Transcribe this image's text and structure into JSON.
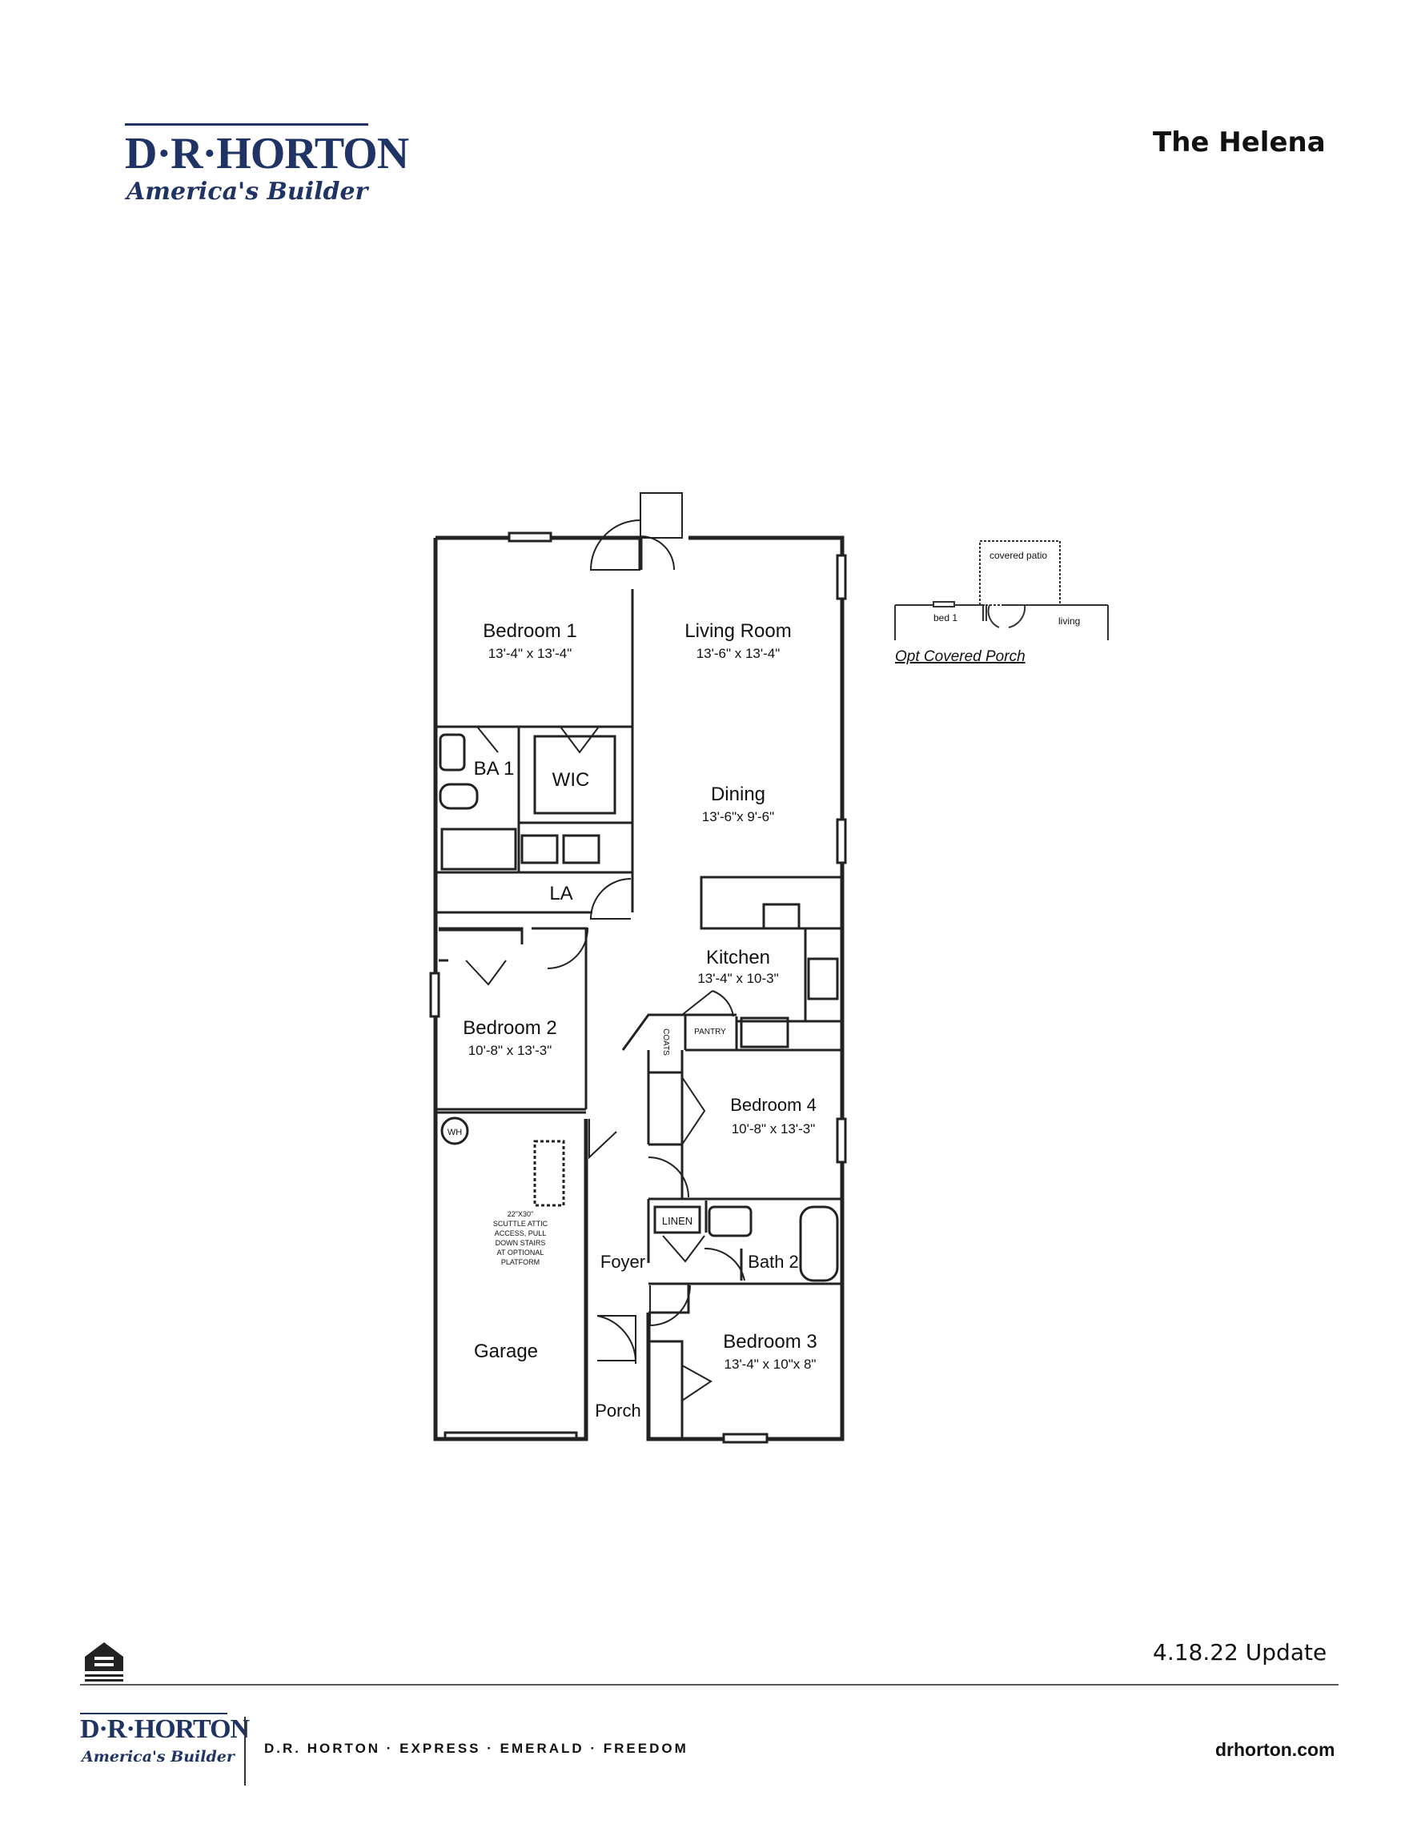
{
  "header": {
    "brand": "D·R·HORTON",
    "tagline": "America's Builder",
    "plan_name": "The Helena"
  },
  "rooms": {
    "bedroom1": {
      "name": "Bedroom 1",
      "dims": "13'-4\" x 13'-4\""
    },
    "living": {
      "name": "Living Room",
      "dims": "13'-6\" x 13'-4\""
    },
    "ba1": {
      "name": "BA 1"
    },
    "wic": {
      "name": "WIC"
    },
    "dining": {
      "name": "Dining",
      "dims": "13'-6\"x 9'-6\""
    },
    "la": {
      "name": "LA"
    },
    "kitchen": {
      "name": "Kitchen",
      "dims": "13'-4\" x 10-3\""
    },
    "bedroom2": {
      "name": "Bedroom 2",
      "dims": "10'-8\" x 13'-3\""
    },
    "pantry": {
      "name": "PANTRY"
    },
    "coats": {
      "name": "COATS"
    },
    "bedroom4": {
      "name": "Bedroom 4",
      "dims": "10'-8\" x 13'-3\""
    },
    "wh": {
      "name": "WH"
    },
    "linen": {
      "name": "LINEN"
    },
    "bath2": {
      "name": "Bath 2"
    },
    "foyer": {
      "name": "Foyer"
    },
    "bedroom3": {
      "name": "Bedroom 3",
      "dims": "13'-4\" x 10\"x 8\""
    },
    "garage": {
      "name": "Garage"
    },
    "porch": {
      "name": "Porch"
    }
  },
  "attic_note": [
    "22\"X30\"",
    "SCUTTLE ATTIC",
    "ACCESS, PULL",
    "DOWN STAIRS",
    "AT OPTIONAL",
    "PLATFORM"
  ],
  "option": {
    "patio": "covered patio",
    "bed1": "bed 1",
    "living": "living",
    "caption": "Opt Covered Porch"
  },
  "footer": {
    "update": "4.18.22 Update",
    "brands": "D.R. HORTON · EXPRESS · EMERALD · FREEDOM",
    "website": "drhorton.com",
    "brand": "D·R·HORTON",
    "tagline": "America's Builder"
  }
}
